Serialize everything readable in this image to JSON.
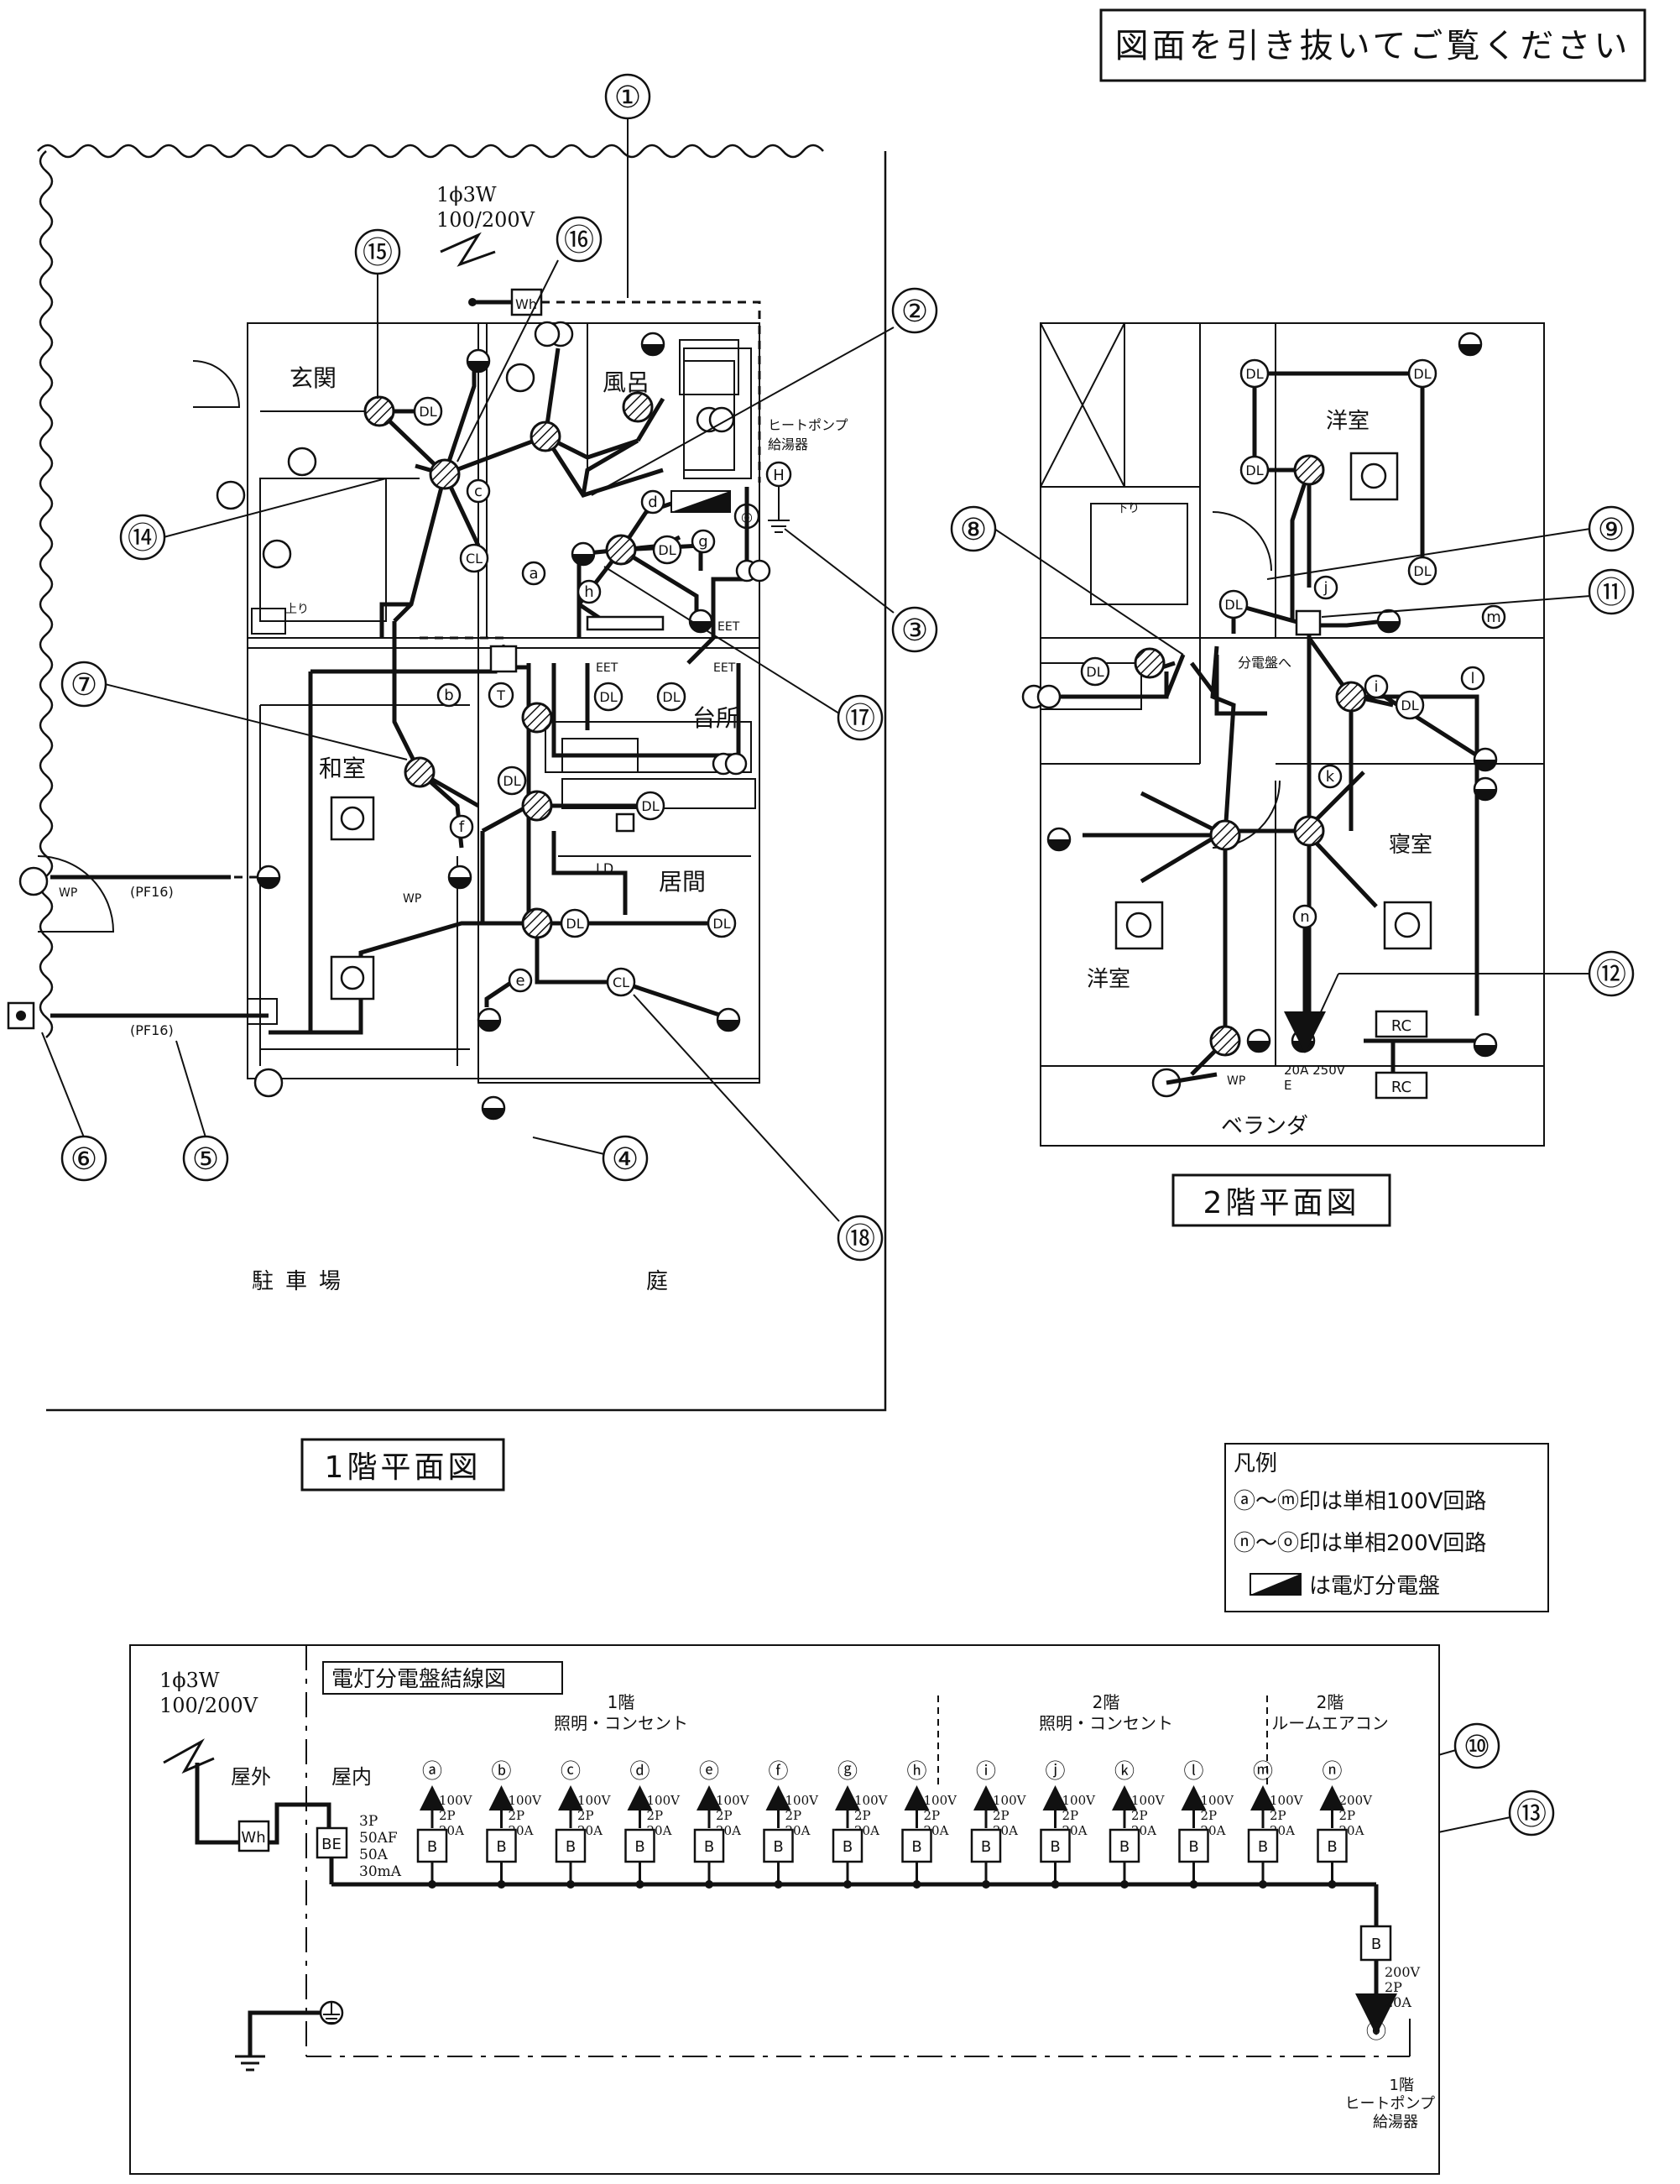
{
  "notice": "図面を引き抜いてご覧ください",
  "floor1": {
    "title": "1階平面図",
    "supply": {
      "phase": "1ϕ3W",
      "voltage": "100/200V"
    },
    "meter": "Wh",
    "rooms": {
      "entrance": "玄関",
      "bath": "風呂",
      "kitchen": "台所",
      "japanese": "和室",
      "living": "居間",
      "parking": "駐車場",
      "garden": "庭"
    },
    "heatpump_label": [
      "ヒートポンプ",
      "給湯器"
    ],
    "pf16": "(PF16)",
    "wp": "WP",
    "stairs_up": "上り",
    "fixture_labels": {
      "dl": "DL",
      "cl": "CL",
      "ld": "LD",
      "eet": "EET",
      "t": "T"
    }
  },
  "floor2": {
    "title": "2階平面図",
    "rooms": {
      "western_n": "洋室",
      "bedroom": "寝室",
      "western_s": "洋室",
      "veranda": "ベランダ"
    },
    "stairs_down": "下り",
    "to_panel": "分電盤へ",
    "outlet_rating": [
      "20A 250V",
      "E"
    ],
    "rc": "RC",
    "wp": "WP"
  },
  "callouts": [
    "①",
    "②",
    "③",
    "④",
    "⑤",
    "⑥",
    "⑦",
    "⑧",
    "⑨",
    "⑩",
    "⑪",
    "⑫",
    "⑬",
    "⑭",
    "⑮",
    "⑯",
    "⑰",
    "⑱"
  ],
  "legend": {
    "title": "凡例",
    "line1": "ⓐ～ⓜ印は単相100V回路",
    "line2": "ⓝ～ⓞ印は単相200V回路",
    "line3": "は電灯分電盤"
  },
  "panel": {
    "title": "電灯分電盤結線図",
    "supply": {
      "phase": "1ϕ3W",
      "voltage": "100/200V"
    },
    "outdoor": "屋外",
    "indoor": "屋内",
    "meter": "Wh",
    "main_breaker": {
      "label": "BE",
      "spec": [
        "3P",
        "50AF",
        "50A",
        "30mA"
      ]
    },
    "groups": [
      {
        "floor": "1階",
        "name": "照明・コンセント"
      },
      {
        "floor": "2階",
        "name": "照明・コンセント"
      },
      {
        "floor": "2階",
        "name": "ルームエアコン"
      }
    ],
    "breaker_label": "B",
    "circuits": [
      {
        "id": "ⓐ",
        "spec": [
          "100V",
          "2P",
          "20A"
        ]
      },
      {
        "id": "ⓑ",
        "spec": [
          "100V",
          "2P",
          "20A"
        ]
      },
      {
        "id": "ⓒ",
        "spec": [
          "100V",
          "2P",
          "20A"
        ]
      },
      {
        "id": "ⓓ",
        "spec": [
          "100V",
          "2P",
          "20A"
        ]
      },
      {
        "id": "ⓔ",
        "spec": [
          "100V",
          "2P",
          "20A"
        ]
      },
      {
        "id": "ⓕ",
        "spec": [
          "100V",
          "2P",
          "20A"
        ]
      },
      {
        "id": "ⓖ",
        "spec": [
          "100V",
          "2P",
          "20A"
        ]
      },
      {
        "id": "ⓗ",
        "spec": [
          "100V",
          "2P",
          "20A"
        ]
      },
      {
        "id": "ⓘ",
        "spec": [
          "100V",
          "2P",
          "20A"
        ]
      },
      {
        "id": "ⓙ",
        "spec": [
          "100V",
          "2P",
          "20A"
        ]
      },
      {
        "id": "ⓚ",
        "spec": [
          "100V",
          "2P",
          "20A"
        ]
      },
      {
        "id": "ⓛ",
        "spec": [
          "100V",
          "2P",
          "20A"
        ]
      },
      {
        "id": "ⓜ",
        "spec": [
          "100V",
          "2P",
          "20A"
        ]
      },
      {
        "id": "ⓝ",
        "spec": [
          "200V",
          "2P",
          "20A"
        ]
      }
    ],
    "heatpump_circuit": {
      "id": "ⓞ",
      "spec": [
        "200V",
        "2P",
        "20A"
      ],
      "label": [
        "1階",
        "ヒートポンプ",
        "給湯器"
      ]
    }
  }
}
